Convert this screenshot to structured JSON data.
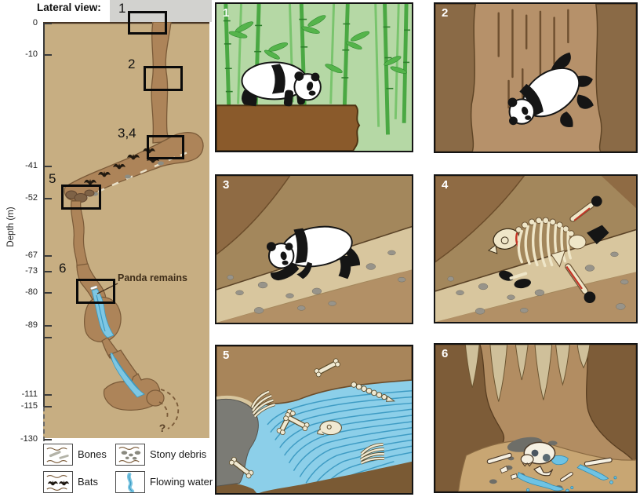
{
  "figure": {
    "title": "Lateral view:",
    "axis": {
      "label": "Depth (m)",
      "ticks": [
        "0",
        "-10",
        "-41",
        "-52",
        "-67",
        "-73",
        "-80",
        "-89",
        "-111",
        "-115",
        "-130"
      ]
    },
    "markers": [
      "1",
      "2",
      "3,4",
      "5",
      "6"
    ],
    "panda_remains_label": "Panda remains",
    "unknown_continuation": "?"
  },
  "legend": {
    "items": [
      {
        "icon": "bones-icon",
        "label": "Bones"
      },
      {
        "icon": "bats-icon",
        "label": "Bats"
      },
      {
        "icon": "stony-debris-icon",
        "label": "Stony debris"
      },
      {
        "icon": "flowing-water-icon",
        "label": "Flowing water"
      }
    ]
  },
  "panels": [
    {
      "number": "1",
      "scene": "panda-foraging-in-bamboo-forest"
    },
    {
      "number": "2",
      "scene": "panda-falling-down-shaft"
    },
    {
      "number": "3",
      "scene": "panda-carcass-on-cave-floor"
    },
    {
      "number": "4",
      "scene": "panda-skeleton-decomposing"
    },
    {
      "number": "5",
      "scene": "bones-transported-by-flowing-water"
    },
    {
      "number": "6",
      "scene": "bones-deposited-in-lower-chamber"
    }
  ],
  "colors": {
    "host_rock_tan": "#c7ae82",
    "passage_brown": "#ad8459",
    "water_blue": "#7ec7e3",
    "water_line_blue": "#3b9ac2",
    "bamboo_green": "#4aa843",
    "panel1_bg_green": "#b5d8a5",
    "ground_brown": "#8a5a2b",
    "bone_cream": "#efe6c8",
    "ligament_red": "#c43526"
  }
}
